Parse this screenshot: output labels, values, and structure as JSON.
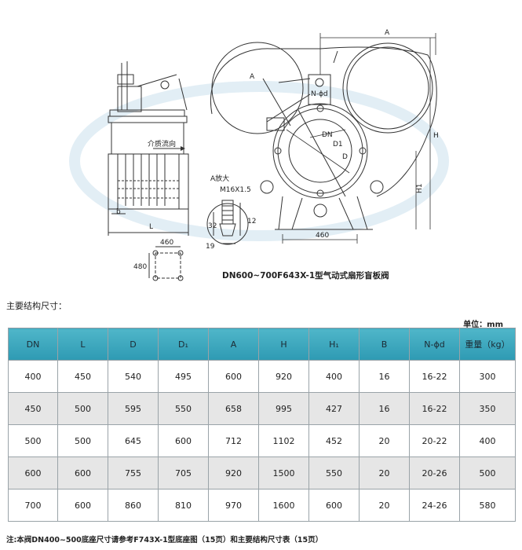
{
  "drawing": {
    "caption": "DN600~700F643X-1型气动式扇形盲板阀",
    "labels": {
      "medium_flow": "介质流向",
      "enlarge": "A放大",
      "thread": "M16X1.5",
      "dim_32": "32",
      "dim_12": "12",
      "dim_19": "19",
      "dim_b": "b",
      "dim_L": "L",
      "dim_460_base": "460",
      "dim_480_base": "480",
      "dim_460_front": "460",
      "dim_A": "A",
      "dim_H": "H",
      "dim_H1": "H1",
      "dim_DN": "DN",
      "dim_D1": "D1",
      "dim_D": "D",
      "dim_A_detail": "A",
      "dim_bolts": "N-ϕd"
    }
  },
  "section_title": "主要结构尺寸：",
  "unit": "单位：mm",
  "table": {
    "headers": [
      "DN",
      "L",
      "D",
      "D₁",
      "A",
      "H",
      "H₁",
      "B",
      "N-ϕd",
      "重量（kg）"
    ],
    "rows": [
      [
        "400",
        "450",
        "540",
        "495",
        "600",
        "920",
        "400",
        "16",
        "16-22",
        "300"
      ],
      [
        "450",
        "500",
        "595",
        "550",
        "658",
        "995",
        "427",
        "16",
        "16-22",
        "350"
      ],
      [
        "500",
        "500",
        "645",
        "600",
        "712",
        "1102",
        "452",
        "20",
        "20-22",
        "400"
      ],
      [
        "600",
        "600",
        "755",
        "705",
        "920",
        "1500",
        "550",
        "20",
        "20-26",
        "500"
      ],
      [
        "700",
        "600",
        "860",
        "810",
        "970",
        "1600",
        "600",
        "20",
        "24-26",
        "580"
      ]
    ]
  },
  "note": "注:本阀DN400~500底座尺寸请参考F743X-1型底座图（15页）和主要结构尺寸表（15页）"
}
